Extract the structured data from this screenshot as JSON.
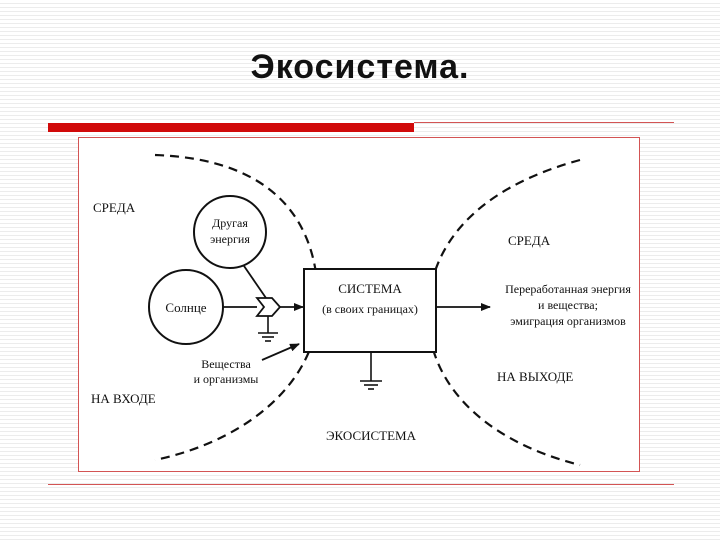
{
  "slide": {
    "title": "Экосистема."
  },
  "diagram": {
    "env_left": "СРЕДА",
    "env_right": "СРЕДА",
    "other_energy_line1": "Другая",
    "other_energy_line2": "энергия",
    "sun": "Солнце",
    "system_title": "СИСТЕМА",
    "system_subtitle": "(в своих границах)",
    "output_line1": "Переработанная энергия",
    "output_line2": "и вещества;",
    "output_line3": "эмиграция организмов",
    "input_matter_line1": "Вещества",
    "input_matter_line2": "и организмы",
    "input_label": "НА ВХОДЕ",
    "output_label": "НА ВЫХОДЕ",
    "ecosystem_label": "ЭКОСИСТЕМА"
  }
}
